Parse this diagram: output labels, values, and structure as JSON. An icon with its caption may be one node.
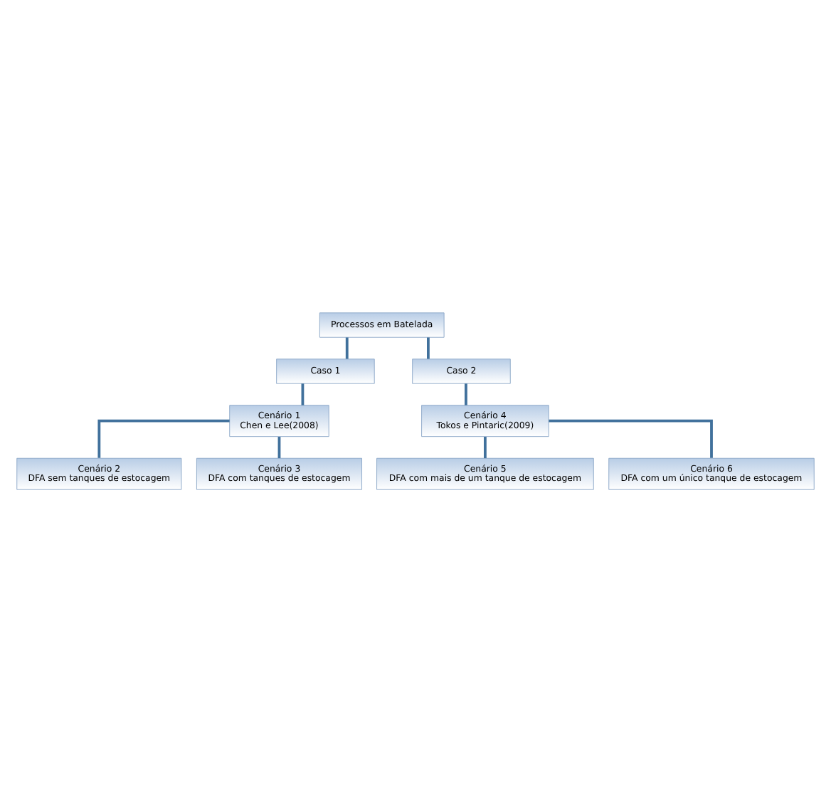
{
  "diagram": {
    "nodes": [
      {
        "text": [
          "Processos em Batelada"
        ]
      },
      {
        "text": [
          "Caso 1"
        ]
      },
      {
        "text": [
          "Caso 2"
        ]
      },
      {
        "text": [
          "Cenário 1",
          "Chen e Lee(2008)"
        ]
      },
      {
        "text": [
          "Cenário 4",
          "Tokos e Pintaric(2009)"
        ]
      },
      {
        "text": [
          "Cenário 2",
          "DFA sem tanques de estocagem"
        ]
      },
      {
        "text": [
          "Cenário 3",
          "DFA com tanques de estocagem"
        ]
      },
      {
        "text": [
          "Cenário 5",
          "DFA com mais de um tanque de estocagem"
        ]
      },
      {
        "text": [
          "Cenário 6",
          "DFA com um único tanque de estocagem"
        ]
      }
    ],
    "edges": [
      {
        "from": 0,
        "to": 1,
        "arrow": "none"
      },
      {
        "from": 0,
        "to": 2,
        "arrow": "none"
      },
      {
        "from": 1,
        "to": 3,
        "arrow": "none"
      },
      {
        "from": 2,
        "to": 4,
        "arrow": "none"
      },
      {
        "from": 3,
        "to": 5,
        "arrow": "none"
      },
      {
        "from": 3,
        "to": 6,
        "arrow": "none"
      },
      {
        "from": 4,
        "to": 7,
        "arrow": "none"
      },
      {
        "from": 4,
        "to": 8,
        "arrow": "none"
      }
    ]
  }
}
